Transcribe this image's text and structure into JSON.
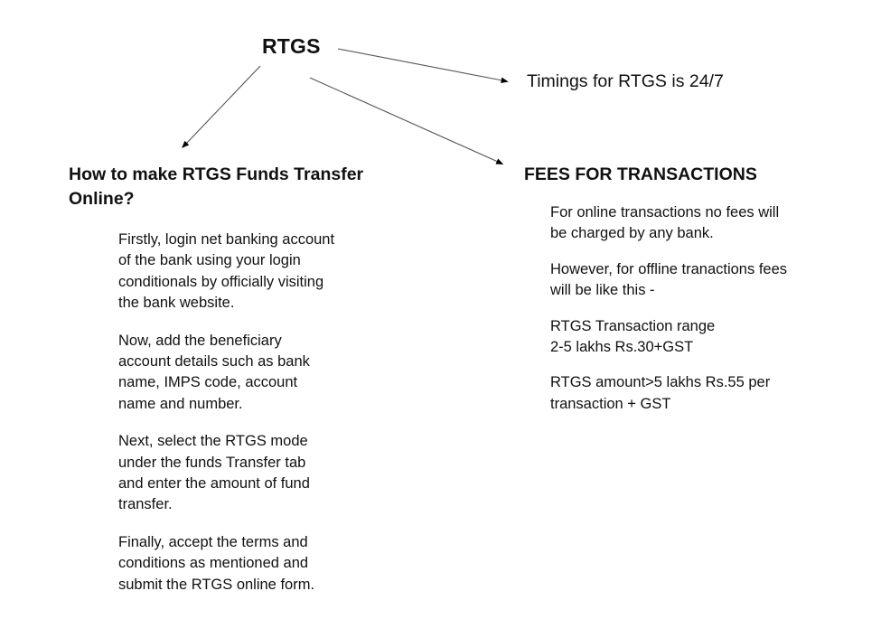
{
  "diagram": {
    "type": "mind-map",
    "background_color": "#ffffff",
    "text_color": "#111111",
    "root": {
      "label": "RTGS"
    },
    "branches": [
      {
        "id": "how",
        "heading": "How to make RTGS Funds Transfer Online?",
        "items": [
          "Firstly, login net banking account\nof the bank using your login\nconditionals by officially visiting\n the bank website.",
          "Now, add the beneficiary\naccount details such as bank\nname, IMPS code, account\nname and number.",
          "Next, select the RTGS mode\nunder the funds Transfer tab\nand enter the amount of fund\ntransfer.",
          "Finally, accept the terms and\nconditions as mentioned and\nsubmit the RTGS online form."
        ]
      },
      {
        "id": "timings",
        "leaf_text": "Timings for RTGS is 24/7"
      },
      {
        "id": "fees",
        "heading": "FEES FOR TRANSACTIONS",
        "items": [
          "For online transactions no fees will\nbe charged by any bank.",
          "However, for offline tranactions fees\nwill be like this -",
          "RTGS Transaction range\n2-5 lakhs Rs.30+GST",
          "RTGS amount>5 lakhs Rs.55 per\ntransaction + GST"
        ]
      }
    ],
    "connectors": [
      {
        "id": "root-to-how",
        "from": "RTGS",
        "to": "How to make RTGS Funds Transfer Online?"
      },
      {
        "id": "root-to-timings",
        "from": "RTGS",
        "to": "Timings for RTGS is 24/7"
      },
      {
        "id": "root-to-fees",
        "from": "RTGS",
        "to": "FEES FOR TRANSACTIONS"
      }
    ]
  }
}
